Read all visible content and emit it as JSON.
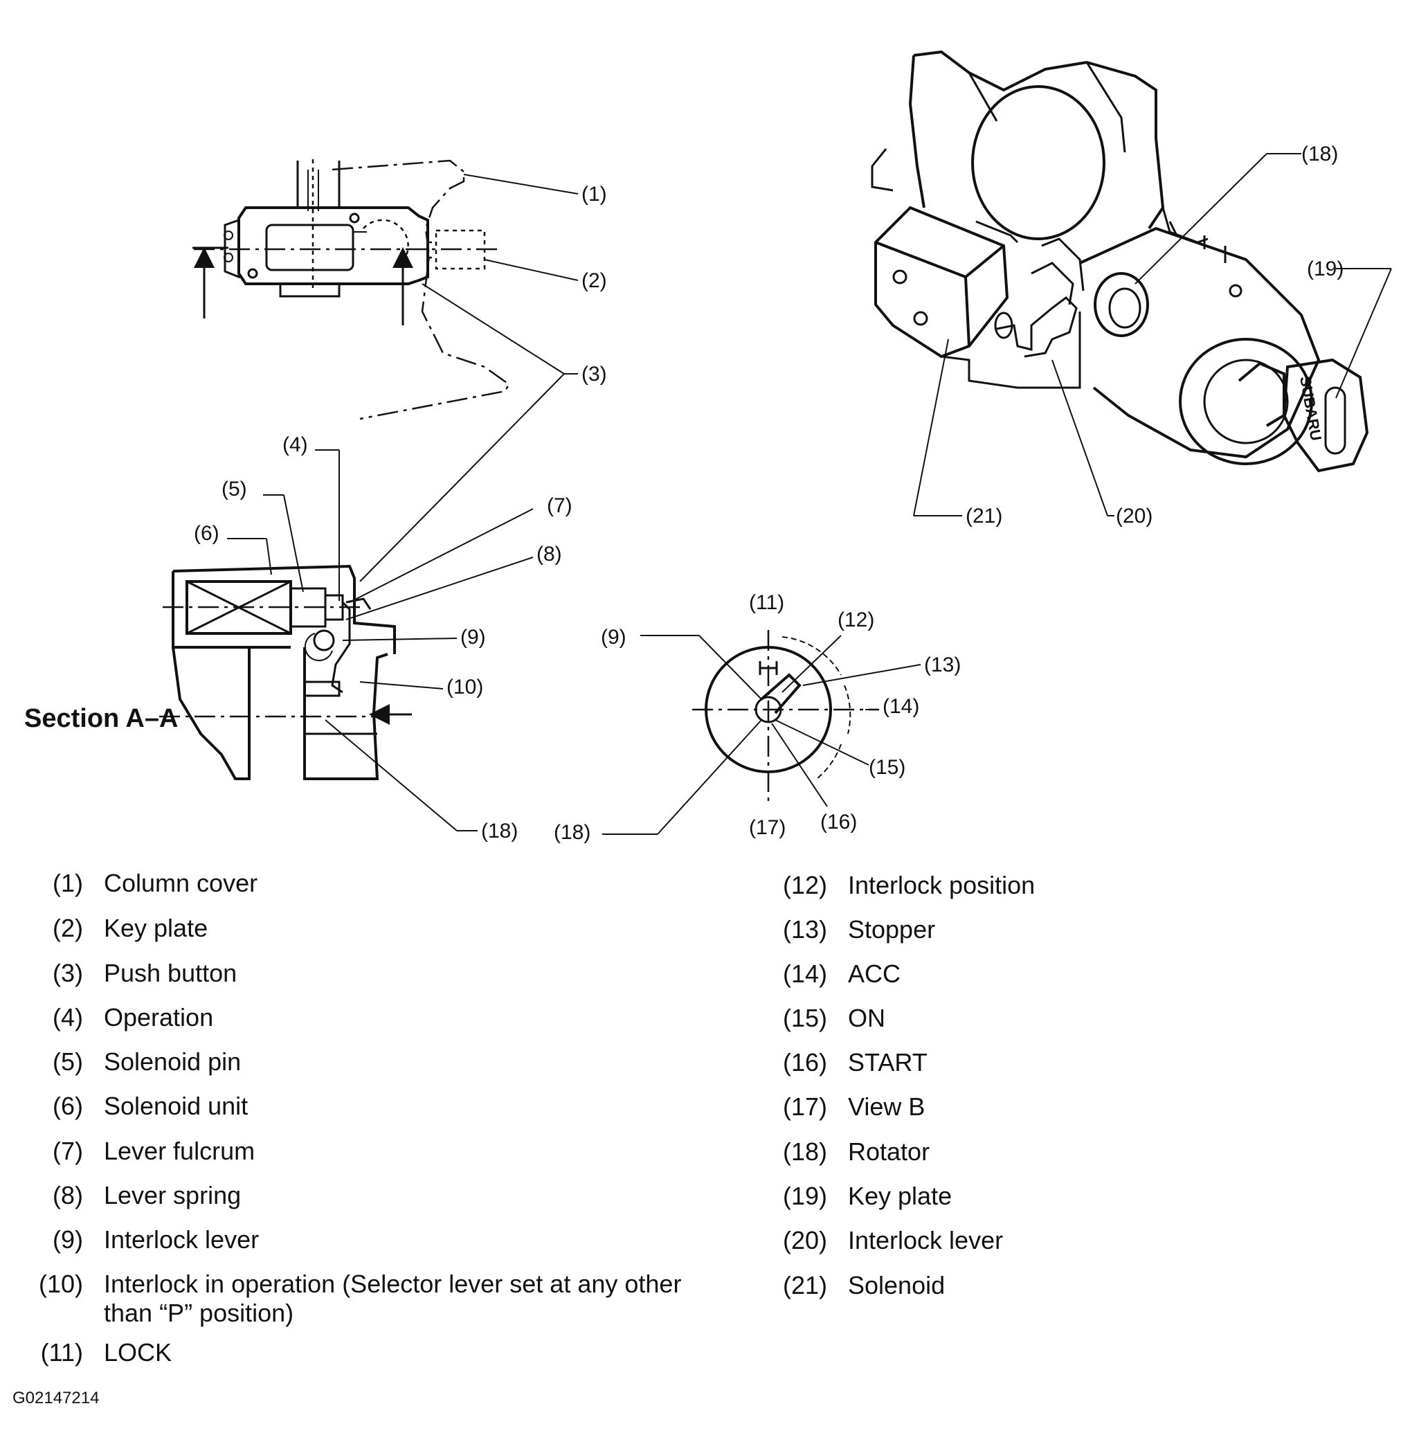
{
  "callouts": {
    "c1": "(1)",
    "c2": "(2)",
    "c3": "(3)",
    "c4": "(4)",
    "c5": "(5)",
    "c6": "(6)",
    "c7": "(7)",
    "c8": "(8)",
    "c9_left": "(9)",
    "c10": "(10)",
    "c18_left": "(18)",
    "c9_right": "(9)",
    "c11": "(11)",
    "c12": "(12)",
    "c13": "(13)",
    "c14": "(14)",
    "c15": "(15)",
    "c16": "(16)",
    "c17": "(17)",
    "c18_mid": "(18)",
    "c18_right": "(18)",
    "c19": "(19)",
    "c20": "(20)",
    "c21": "(21)"
  },
  "section_label": "Section A–A",
  "key_brand": "SUBARU",
  "legend_left": [
    {
      "num": "(1)",
      "text": "Column cover"
    },
    {
      "num": "(2)",
      "text": "Key plate"
    },
    {
      "num": "(3)",
      "text": "Push button"
    },
    {
      "num": "(4)",
      "text": "Operation"
    },
    {
      "num": "(5)",
      "text": "Solenoid pin"
    },
    {
      "num": "(6)",
      "text": "Solenoid unit"
    },
    {
      "num": "(7)",
      "text": "Lever fulcrum"
    },
    {
      "num": "(8)",
      "text": "Lever spring"
    },
    {
      "num": "(9)",
      "text": "Interlock lever"
    },
    {
      "num": "(10)",
      "text": "Interlock in operation (Selector lever set at any other than “P” position)"
    },
    {
      "num": "(11)",
      "text": "LOCK"
    }
  ],
  "legend_right": [
    {
      "num": "(12)",
      "text": "Interlock position"
    },
    {
      "num": "(13)",
      "text": "Stopper"
    },
    {
      "num": "(14)",
      "text": "ACC"
    },
    {
      "num": "(15)",
      "text": "ON"
    },
    {
      "num": "(16)",
      "text": "START"
    },
    {
      "num": "(17)",
      "text": "View B"
    },
    {
      "num": "(18)",
      "text": "Rotator"
    },
    {
      "num": "(19)",
      "text": "Key plate"
    },
    {
      "num": "(20)",
      "text": "Interlock lever"
    },
    {
      "num": "(21)",
      "text": "Solenoid"
    }
  ],
  "figure_code": "G02147214"
}
